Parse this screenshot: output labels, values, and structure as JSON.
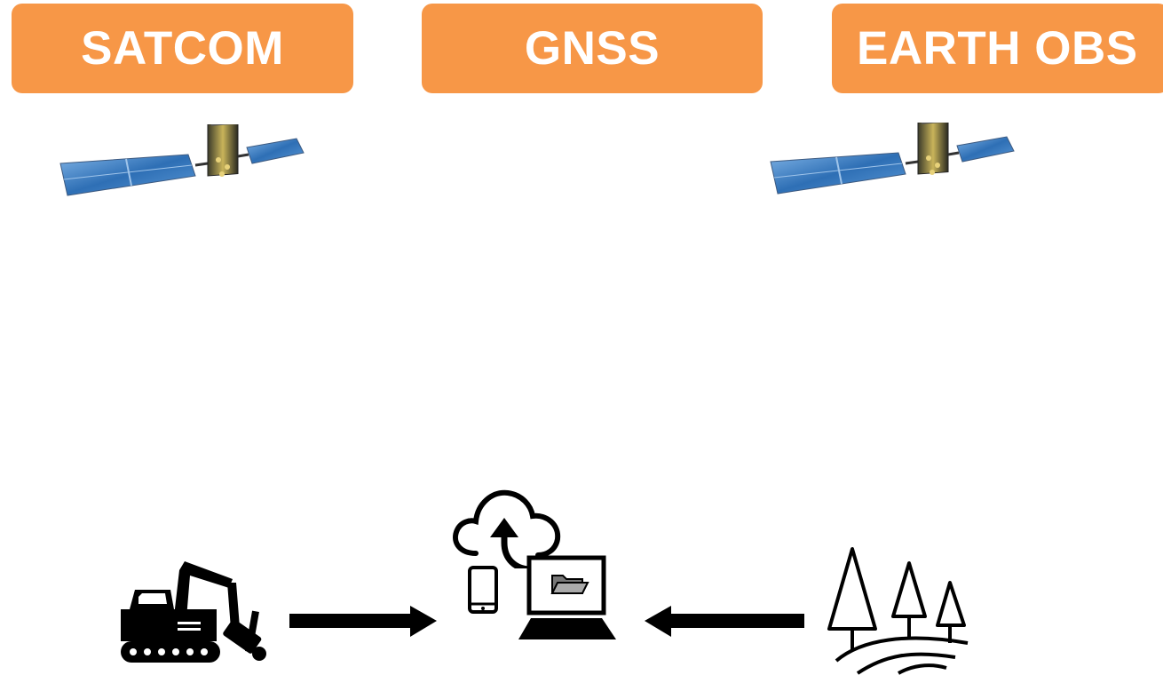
{
  "labels": {
    "satcom": "SATCOM",
    "gnss": "GNSS",
    "earth_obs": "EARTH OBS"
  },
  "colors": {
    "label_fill": "#F79747",
    "label_text": "#FFFFFF",
    "icon_ink": "#000000",
    "solar_panel": "#2E6FB5",
    "satellite_bus": "#B8A24A"
  },
  "icons": {
    "satellite_left": "satellite-icon",
    "satellite_right": "satellite-icon",
    "harvester": "forest-harvester-icon",
    "cloud_upload": "cloud-upload-icon",
    "phone": "smartphone-icon",
    "laptop": "laptop-icon",
    "folder": "folder-icon",
    "forest": "forest-trees-icon",
    "arrow_right": "arrow-right-icon",
    "arrow_left": "arrow-left-icon"
  }
}
